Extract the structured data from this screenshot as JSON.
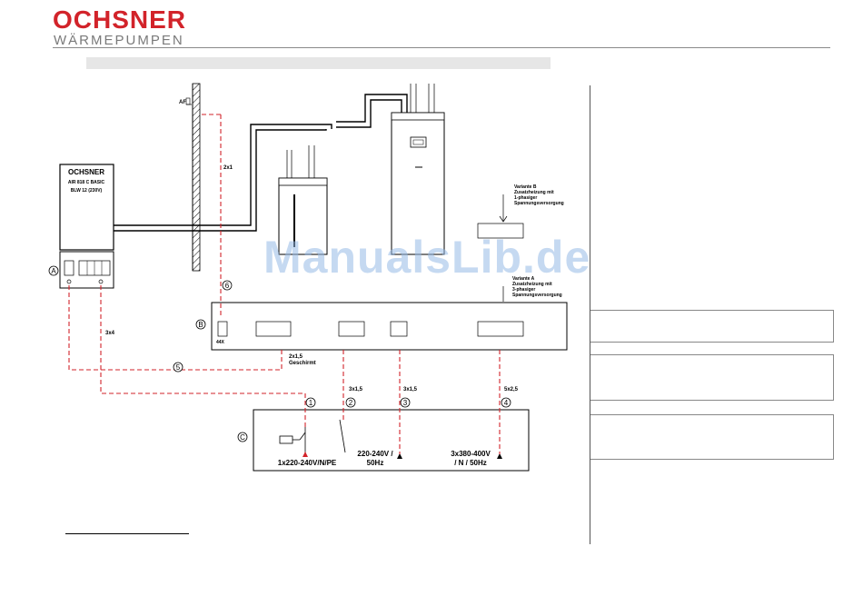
{
  "logo": {
    "brand": "OCHSNER",
    "subtitle": "WÄRMEPUMPEN"
  },
  "colors": {
    "brand_red": "#d2232a",
    "cable_red": "#d2232a",
    "watermark": "#96b9e6"
  },
  "watermark": "ManualsLib.de",
  "outdoor_unit": {
    "brand": "OCHSNER",
    "model": "AIR 818 C BASIC",
    "variant": "BLW 12 (230V)"
  },
  "wall_label": "AF",
  "markers": {
    "a": "A",
    "b": "B",
    "c": "C"
  },
  "cables": {
    "c_2x1": "2x1",
    "c_3x4": "3x4",
    "c_2x15": "2x1,5",
    "c_shielded": "Geschirmt",
    "c_3x15a": "3x1,5",
    "c_3x15b": "3x1,5",
    "c_5x25": "5x2,5"
  },
  "circle_numbers": [
    "1",
    "2",
    "3",
    "4",
    "5",
    "6"
  ],
  "variant_b": [
    "Variante B",
    "Zusatzheizung mit",
    "1-phasiger",
    "Spannungsversorgung"
  ],
  "variant_a": [
    "Variante A",
    "Zusatzheizung mit",
    "3-phasiger",
    "Spannungsversorgung"
  ],
  "supply": {
    "s1": "1x220-240V/N/PE",
    "s2_line1": "220-240V /",
    "s2_line2": "50Hz",
    "s3_line1": "3x380-400V",
    "s3_line2": "/ N / 50Hz"
  },
  "terminal_b_first": "44X"
}
